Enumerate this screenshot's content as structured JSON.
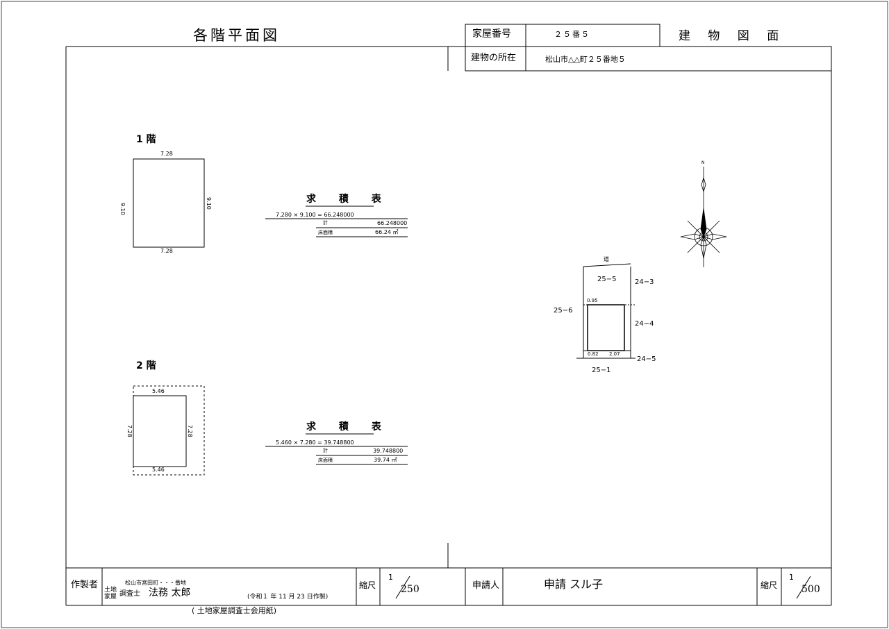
{
  "header": {
    "left_title": "各階平面図",
    "right_title": "建 物 図 面",
    "house_number_label": "家屋番号",
    "house_number_value": "２５番５",
    "location_label": "建物の所在",
    "location_value": "松山市△△町２５番地５"
  },
  "floor1": {
    "label": "1 階",
    "dim_top": "7.28",
    "dim_bottom": "7.28",
    "dim_left": "9.10",
    "dim_right": "9.10",
    "calc_title": "求 積 表",
    "calc_expr": "7.280 ×  9.100   =  66.248000",
    "sum_label": "計",
    "sum_value": "66.248000",
    "area_label": "床面積",
    "area_value": "66.24 ㎡"
  },
  "floor2": {
    "label": "2 階",
    "dim_top": "5.46",
    "dim_bottom": "5.46",
    "dim_left": "7.28",
    "dim_right": "7.28",
    "calc_title": "求 積 表",
    "calc_expr": "5.460 ×  7.280   =  39.748800",
    "sum_label": "計",
    "sum_value": "39.748800",
    "area_label": "床面積",
    "area_value": "39.74 ㎡"
  },
  "site_plan": {
    "north": "N",
    "road": "道",
    "lot_25_5": "25−5",
    "lot_24_3": "24−3",
    "lot_25_6": "25−6",
    "lot_24_4": "24−4",
    "lot_24_5": "24−5",
    "lot_25_1": "25−1",
    "dist_095": "0.95",
    "dist_082": "0.82",
    "dist_207": "2.07"
  },
  "footer": {
    "maker_label": "作製者",
    "maker_address": "松山市宮田町・・・番地",
    "maker_title_top": "土地",
    "maker_title_bottom": "家屋",
    "maker_title_rest": "調査士",
    "maker_name": "法務  太郎",
    "maker_date": "(令和１ 年 11 月 23 日作製)",
    "paper_note": "(      土地家屋調査士会用紙)",
    "scale_label": "縮尺",
    "scale_left_num": "1",
    "scale_left_den": "250",
    "applicant_label": "申請人",
    "applicant_name": "申請  スル子",
    "scale_right_num": "1",
    "scale_right_den": "500"
  }
}
